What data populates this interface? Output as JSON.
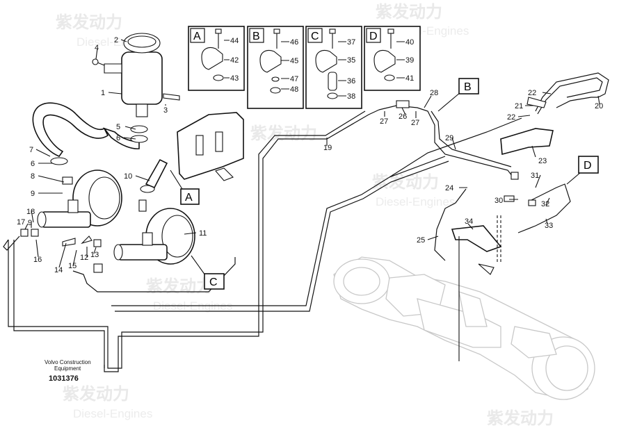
{
  "watermark": {
    "cn": "紫发动力",
    "en": "Diesel-Engines"
  },
  "footer": {
    "brand": "Volvo Construction",
    "brand2": "Equipment",
    "code": "1031376"
  },
  "detail_boxes": [
    {
      "letter": "A",
      "parts": [
        "44",
        "42",
        "43"
      ]
    },
    {
      "letter": "B",
      "parts": [
        "46",
        "45",
        "47",
        "48"
      ]
    },
    {
      "letter": "C",
      "parts": [
        "37",
        "35",
        "36",
        "38"
      ]
    },
    {
      "letter": "D",
      "parts": [
        "40",
        "39",
        "41"
      ]
    }
  ],
  "callout_flags": [
    "A",
    "B",
    "C",
    "D"
  ],
  "part_numbers": {
    "p1": "1",
    "p2": "2",
    "p3": "3",
    "p4": "4",
    "p5": "5",
    "p6": "6",
    "p7": "7",
    "p8": "8",
    "p9": "9",
    "p10": "10",
    "p11": "11",
    "p12": "12",
    "p13": "13",
    "p14": "14",
    "p15": "15",
    "p16": "16",
    "p17": "17",
    "p18": "18",
    "p19": "19",
    "p20": "20",
    "p21": "21",
    "p22a": "22",
    "p22b": "22",
    "p23": "23",
    "p24": "24",
    "p25": "25",
    "p26": "26",
    "p27a": "27",
    "p27b": "27",
    "p28": "28",
    "p29": "29",
    "p30": "30",
    "p31": "31",
    "p32": "32",
    "p33": "33",
    "p34": "34"
  }
}
